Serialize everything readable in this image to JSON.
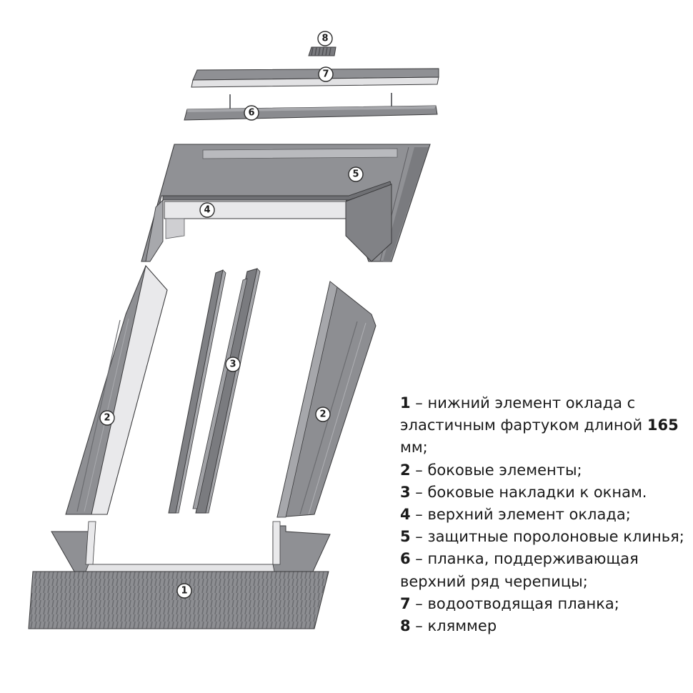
{
  "colors": {
    "flashing": "#8f9094",
    "flashing_dark": "#6e6f73",
    "flashing_light": "#a9aaae",
    "inner_face": "#e6e6e8",
    "outline": "#3a3a3c"
  },
  "callouts": [
    "8",
    "7",
    "6",
    "5",
    "4",
    "3",
    "2",
    "2",
    "1"
  ],
  "legend": [
    {
      "num": "1",
      "text": " – нижний элемент оклада с эластичным фартуком длиной ",
      "bold_tail": "165",
      "tail": " мм;"
    },
    {
      "num": "2",
      "text": " – боковые элементы;"
    },
    {
      "num": "3",
      "text": " – боковые накладки к окнам."
    },
    {
      "num": "4",
      "text": " – верхний элемент оклада;"
    },
    {
      "num": "5",
      "text": " – защитные поролоновые клинья;"
    },
    {
      "num": "6",
      "text": " – планка, поддерживающая верхний ряд черепицы;"
    },
    {
      "num": "7",
      "text": " – водоотводящая планка;"
    },
    {
      "num": "8",
      "text": " – кляммер"
    }
  ]
}
